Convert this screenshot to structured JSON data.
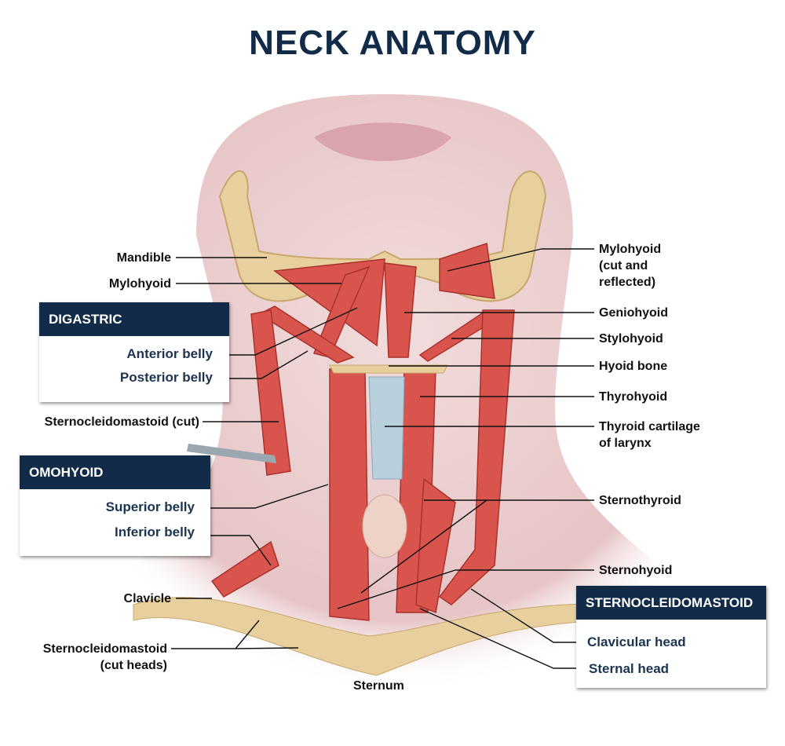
{
  "title": "NECK ANATOMY",
  "labels_left": {
    "mandible": "Mandible",
    "mylohyoid": "Mylohyoid",
    "scm_cut": "Sternocleidomastoid (cut)",
    "clavicle": "Clavicle",
    "scm_cut_heads_1": "Sternocleidomastoid",
    "scm_cut_heads_2": "(cut heads)"
  },
  "labels_right": {
    "mylohyoid_reflected_1": "Mylohyoid",
    "mylohyoid_reflected_2": "(cut and",
    "mylohyoid_reflected_3": "reflected)",
    "geniohyoid": "Geniohyoid",
    "stylohyoid": "Stylohyoid",
    "hyoid": "Hyoid bone",
    "thyrohyoid": "Thyrohyoid",
    "thyroid_cartilage_1": "Thyroid cartilage",
    "thyroid_cartilage_2": "of larynx",
    "sternothyroid": "Sternothyroid",
    "sternohyoid": "Sternohyoid"
  },
  "sternum": "Sternum",
  "boxes": {
    "digastric": {
      "title": "DIGASTRIC",
      "items": [
        "Anterior belly",
        "Posterior belly"
      ]
    },
    "omohyoid": {
      "title": "OMOHYOID",
      "items": [
        "Superior belly",
        "Inferior belly"
      ]
    },
    "scm": {
      "title": "STERNOCLEIDOMASTOID",
      "items": [
        "Clavicular head",
        "Sternal head"
      ]
    }
  },
  "colors": {
    "navy": "#112b48",
    "muscle": "#d9544c",
    "bone": "#e8cf9e",
    "skin": "#ecd2d4"
  }
}
